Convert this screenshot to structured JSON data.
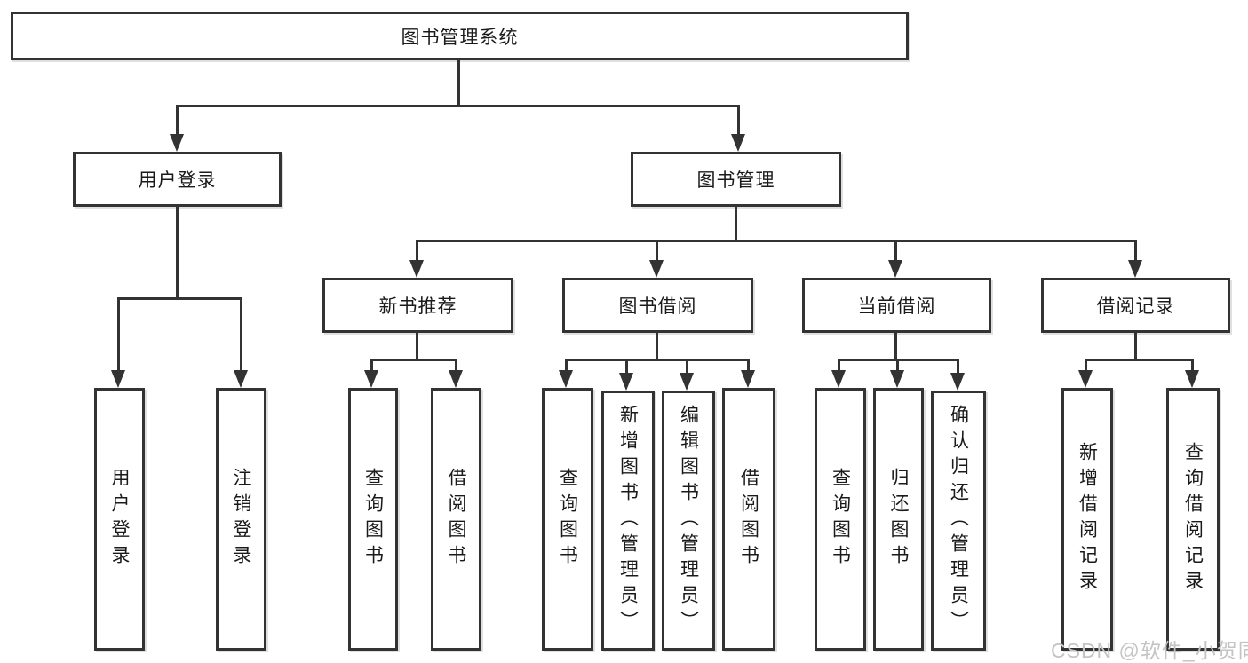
{
  "diagram": {
    "title": "图书管理系统",
    "level2": {
      "user_login": "用户登录",
      "book_management": "图书管理"
    },
    "level3": {
      "new_books": "新书推荐",
      "book_borrow": "图书借阅",
      "current_borrow": "当前借阅",
      "borrow_records": "借阅记录"
    },
    "leaves": {
      "user_login": [
        "用户登录",
        "注销登录"
      ],
      "new_books": [
        "查询图书",
        "借阅图书"
      ],
      "book_borrow": [
        "查询图书",
        "新增图书（管理员）",
        "编辑图书（管理员）",
        "借阅图书"
      ],
      "current_borrow": [
        "查询图书",
        "归还图书",
        "确认归还（管理员）"
      ],
      "borrow_records": [
        "新增借阅记录",
        "查询借阅记录"
      ]
    },
    "colors": {
      "line": "#333333",
      "text": "#1a1a1a",
      "watermark": "#c4c4c4",
      "background": "#ffffff"
    },
    "watermark": "CSDN @软件_小贺同学"
  }
}
